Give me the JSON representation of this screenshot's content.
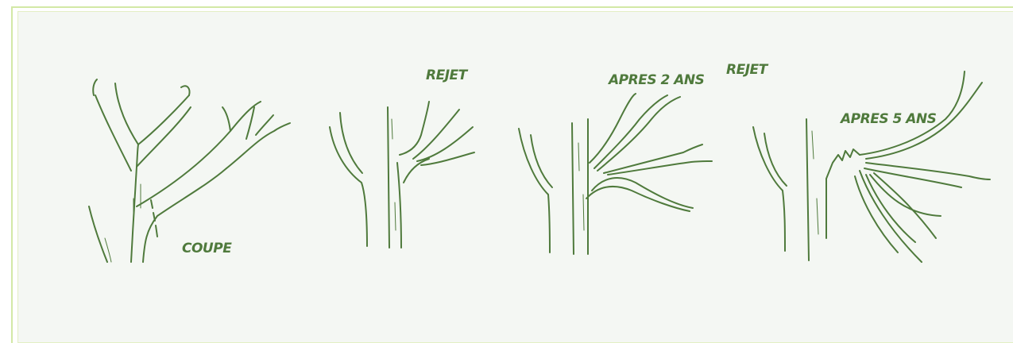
{
  "colors": {
    "ink": "#4f7a3c",
    "paper": "#f4f7f3",
    "border": "#d3e8a6"
  },
  "labels": {
    "coupe": "COUPE",
    "rejet_1": "REJET",
    "apres_2_ans": "APRES 2 ANS",
    "rejet_2": "REJET",
    "apres_5_ans": "APRES 5 ANS"
  }
}
